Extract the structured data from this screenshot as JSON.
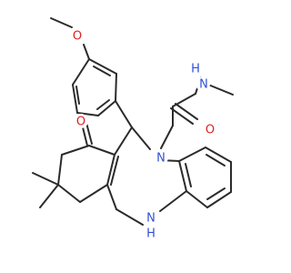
{
  "molecule": {
    "atom_labels": {
      "methoxy_o": "O",
      "ketone_o": "O",
      "amide_o": "O",
      "ring_n": "N",
      "amide_nh": "H",
      "amide_n": "N",
      "ring_nh_n": "N",
      "ring_nh_h": "H"
    },
    "colors": {
      "bond": "#2b2b2b",
      "oxygen": "#e02020",
      "nitrogen": "#3050d8"
    }
  }
}
